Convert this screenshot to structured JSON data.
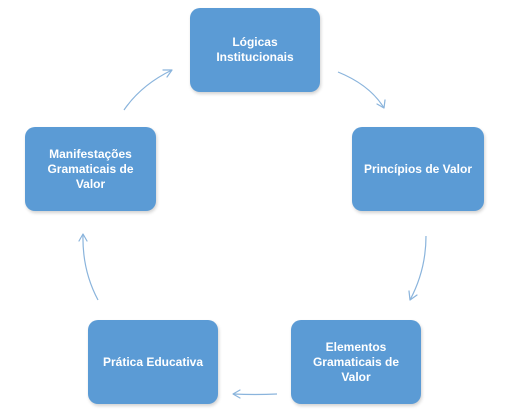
{
  "diagram": {
    "type": "cycle",
    "nodes": [
      {
        "id": "n1",
        "label": "Lógicas Institucionais"
      },
      {
        "id": "n2",
        "label": "Princípios de Valor"
      },
      {
        "id": "n3",
        "label": "Elementos Gramaticais de Valor"
      },
      {
        "id": "n4",
        "label": "Prática Educativa"
      },
      {
        "id": "n5",
        "label": "Manifestações Gramaticais de Valor"
      }
    ],
    "edges": [
      {
        "from": "n1",
        "to": "n2"
      },
      {
        "from": "n2",
        "to": "n3"
      },
      {
        "from": "n3",
        "to": "n4"
      },
      {
        "from": "n4",
        "to": "n5"
      },
      {
        "from": "n5",
        "to": "n1"
      }
    ],
    "colors": {
      "node_fill": "#5b9bd5",
      "node_text": "#ffffff",
      "arrow": "#8ab4dc"
    }
  }
}
